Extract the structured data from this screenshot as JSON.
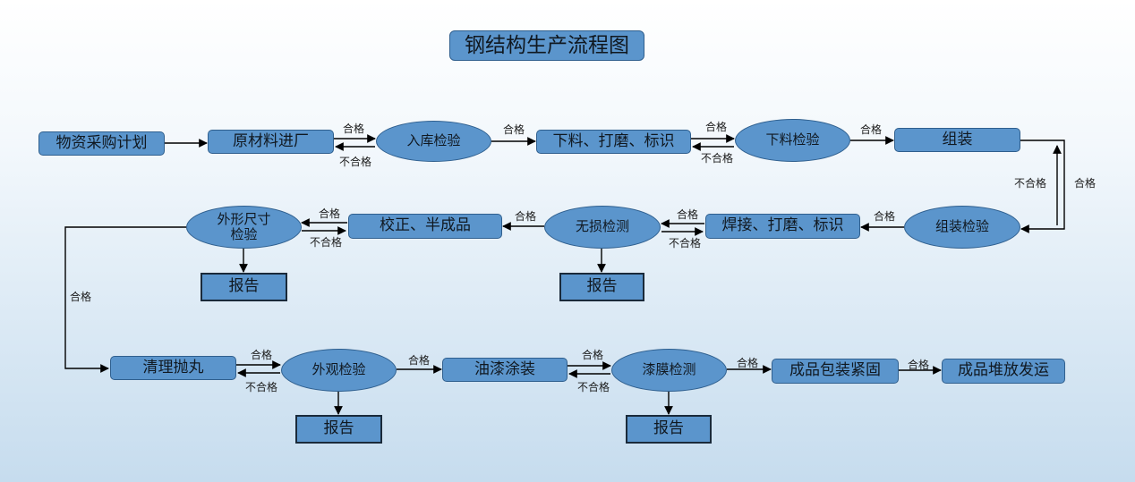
{
  "title": "钢结构生产流程图",
  "labels": {
    "pass": "合格",
    "fail": "不合格"
  },
  "nodes": {
    "purchase_plan": "物资采购计划",
    "raw_material_entry": "原材料进厂",
    "storage_inspection": "入库检验",
    "cutting_grinding_marking": "下料、打磨、标识",
    "cutting_inspection": "下料检验",
    "assembly": "组装",
    "assembly_inspection": "组装检验",
    "welding_grinding_marking": "焊接、打磨、标识",
    "ndt_testing": "无损检测",
    "correction_semi_finished": "校正、半成品",
    "dimension_inspection": "外形尺寸\n检验",
    "cleaning_shot_blasting": "清理抛丸",
    "appearance_inspection": "外观检验",
    "painting": "油漆涂装",
    "film_thickness_testing": "漆膜检测",
    "packaging": "成品包装紧固",
    "stacking_shipping": "成品堆放发运",
    "report": "报告"
  }
}
